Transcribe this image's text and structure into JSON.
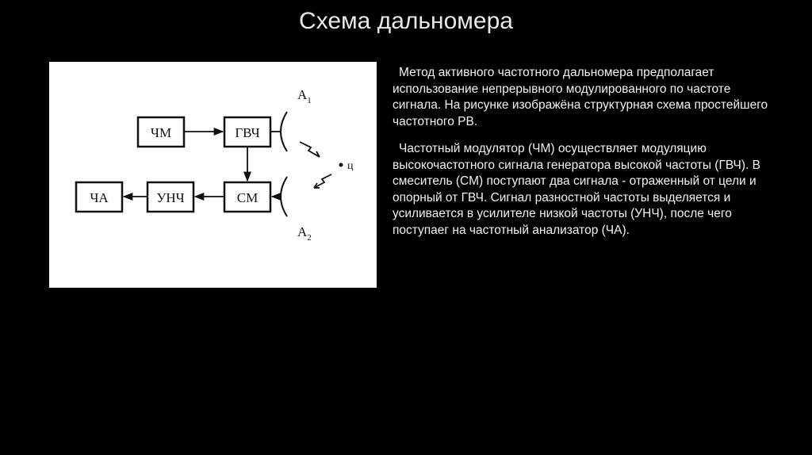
{
  "slide": {
    "title": "Схема дальномера"
  },
  "diagram": {
    "blocks": {
      "fm": "ЧМ",
      "ghf": "ГВЧ",
      "mixer": "СМ",
      "lfa": "УНЧ",
      "fa": "ЧА"
    },
    "antenna_top": {
      "letter": "A",
      "sub": "1"
    },
    "antenna_bottom": {
      "letter": "A",
      "sub": "2"
    },
    "target_label": "ц"
  },
  "text": {
    "paragraph_1": "Метод активного частотного дальномера предполагает использование непрерывного модулированного по частоте сигнала. На рисунке изображёна структурная схема простейшего частотного РВ.",
    "paragraph_2": "Частотный модулятор (ЧМ) осуществляет модуляцию высокочастотного сигнала генератора высокой частоты (ГВЧ). В смеситель (СМ) поступают два сигнала - отраженный от цели и опорный от ГВЧ. Сигнал разностной частоты выделяется и усиливается в усилителе низкой частоты (УНЧ), после чего поступаег на частотный анализатор (ЧА)."
  }
}
